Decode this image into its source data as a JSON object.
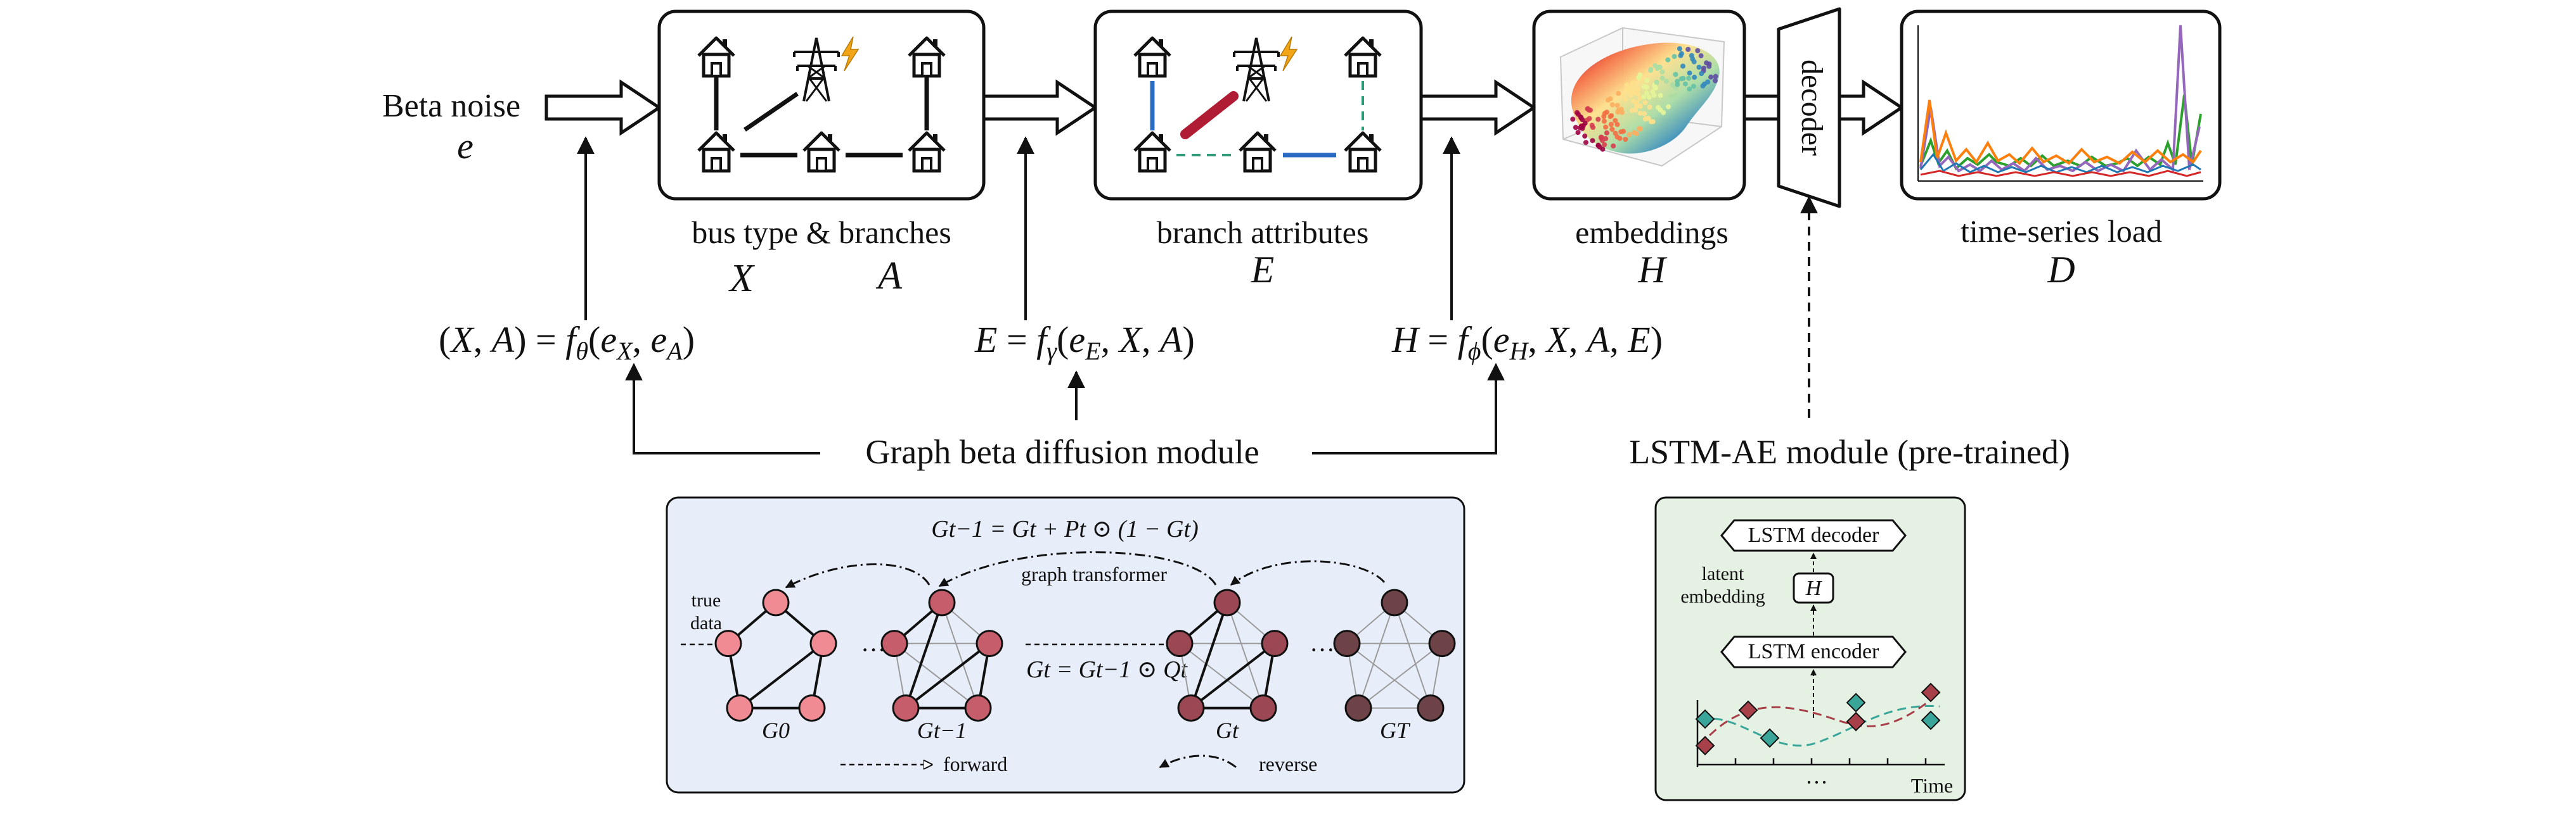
{
  "input": {
    "label": "Beta noise",
    "symbol": "e"
  },
  "stages": [
    {
      "id": "bus",
      "caption": "bus type & branches",
      "symbol_x": "X",
      "symbol_a": "A"
    },
    {
      "id": "branch",
      "caption": "branch attributes",
      "symbol": "E"
    },
    {
      "id": "embed",
      "caption": "embeddings",
      "symbol": "H"
    },
    {
      "id": "load",
      "caption": "time-series load",
      "symbol": "D"
    }
  ],
  "decoder_label": "decoder",
  "equations": {
    "xa": "(X, A) = fθ(eX, eA)",
    "e": "E = fγ(eE, X, A)",
    "h": "H = fϕ(eH, X, A, E)"
  },
  "modules": {
    "diffusion": "Graph beta diffusion module",
    "lstm": "LSTM-AE module (pre-trained)"
  },
  "diffusion_panel": {
    "reverse_eq": "Gt−1 = Gt + Pt ⊙ (1 − Gt)",
    "forward_eq": "Gt = Gt−1 ⊙ Qt",
    "transformer": "graph transformer",
    "true_data_1": "true",
    "true_data_2": "data",
    "graphs": [
      "G0",
      "Gt−1",
      "Gt",
      "GT"
    ],
    "ellipsis": "···",
    "legend_forward": "forward",
    "legend_reverse": "reverse",
    "node_colors": [
      "#f08b94",
      "#c65d6b",
      "#9b4754",
      "#6e4348"
    ]
  },
  "lstm_panel": {
    "decoder": "LSTM decoder",
    "encoder": "LSTM encoder",
    "latent_1": "latent",
    "latent_2": "embedding",
    "h": "H",
    "time": "Time",
    "ellipsis": "···"
  },
  "colors": {
    "diffusion_bg": "#e8eef9",
    "lstm_bg": "#e5f1e3",
    "teal": "#3aa69a",
    "maroon": "#a8404a",
    "bolt": "#f2a516",
    "branch_red": "#b01c34",
    "branch_blue": "#2a6cc4",
    "branch_green": "#2f9a77"
  }
}
